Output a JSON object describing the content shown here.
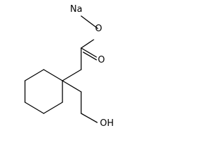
{
  "molecule": {
    "atom_labels": {
      "sodium": "Na",
      "ester_oxygen": "O",
      "carbonyl_oxygen": "O",
      "hydroxyl": "OH"
    }
  },
  "colors": {
    "bond": "#000000",
    "text": "#000000",
    "background": "#ffffff"
  }
}
